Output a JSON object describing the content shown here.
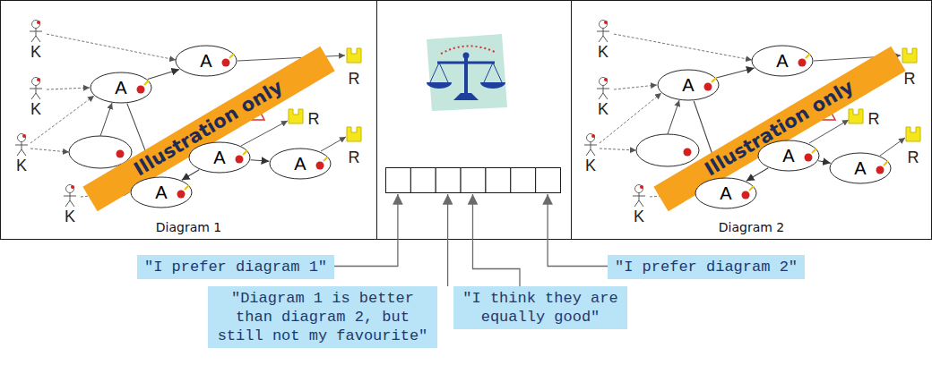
{
  "diagram": {
    "nodes": [
      {
        "text": [
          "Diagram 1"
        ]
      },
      {
        "text": [
          "A"
        ],
        "in": 0
      },
      {
        "text": [
          "A"
        ],
        "in": 0
      },
      {
        "text": [
          "Illustration only"
        ],
        "in": 0
      },
      {
        "text": [
          "A"
        ],
        "in": 0
      },
      {
        "text": [
          "A"
        ],
        "in": 0
      },
      {
        "text": [
          "A"
        ],
        "in": 0
      },
      {
        "text": [
          "Diagram 2"
        ]
      },
      {
        "text": [
          "A"
        ],
        "in": 7
      },
      {
        "text": [
          "A"
        ],
        "in": 7
      },
      {
        "text": [
          "Illustration only"
        ],
        "in": 7
      },
      {
        "text": [
          "A"
        ],
        "in": 7
      },
      {
        "text": [
          "A"
        ],
        "in": 7
      },
      {
        "text": [
          "A"
        ],
        "in": 7
      },
      {
        "text": [
          "\"I prefer diagram 1\""
        ]
      },
      {
        "text": [
          "\"I prefer diagram 2\""
        ]
      },
      {
        "text": [
          "\"Diagram 1 is better than diagram 2, but still not my favourite\""
        ]
      },
      {
        "text": [
          "\"I think they are equally good\""
        ]
      }
    ],
    "edges": [
      {
        "from": 2,
        "to": 1,
        "arrow": "to"
      },
      {
        "from": 2,
        "to": 6,
        "arrow": "to"
      },
      {
        "from": 4,
        "to": 5,
        "arrow": "to"
      },
      {
        "from": 4,
        "to": 6,
        "arrow": "to"
      },
      {
        "from": 9,
        "to": 8,
        "arrow": "to"
      },
      {
        "from": 9,
        "to": 13,
        "arrow": "to"
      },
      {
        "from": 11,
        "to": 12,
        "arrow": "to"
      },
      {
        "from": 11,
        "to": 13,
        "arrow": "to"
      }
    ],
    "labels": [
      "K",
      "K",
      "K",
      "K",
      "R",
      "R",
      "R",
      "K",
      "K",
      "K",
      "K",
      "R",
      "R",
      "R"
    ]
  }
}
